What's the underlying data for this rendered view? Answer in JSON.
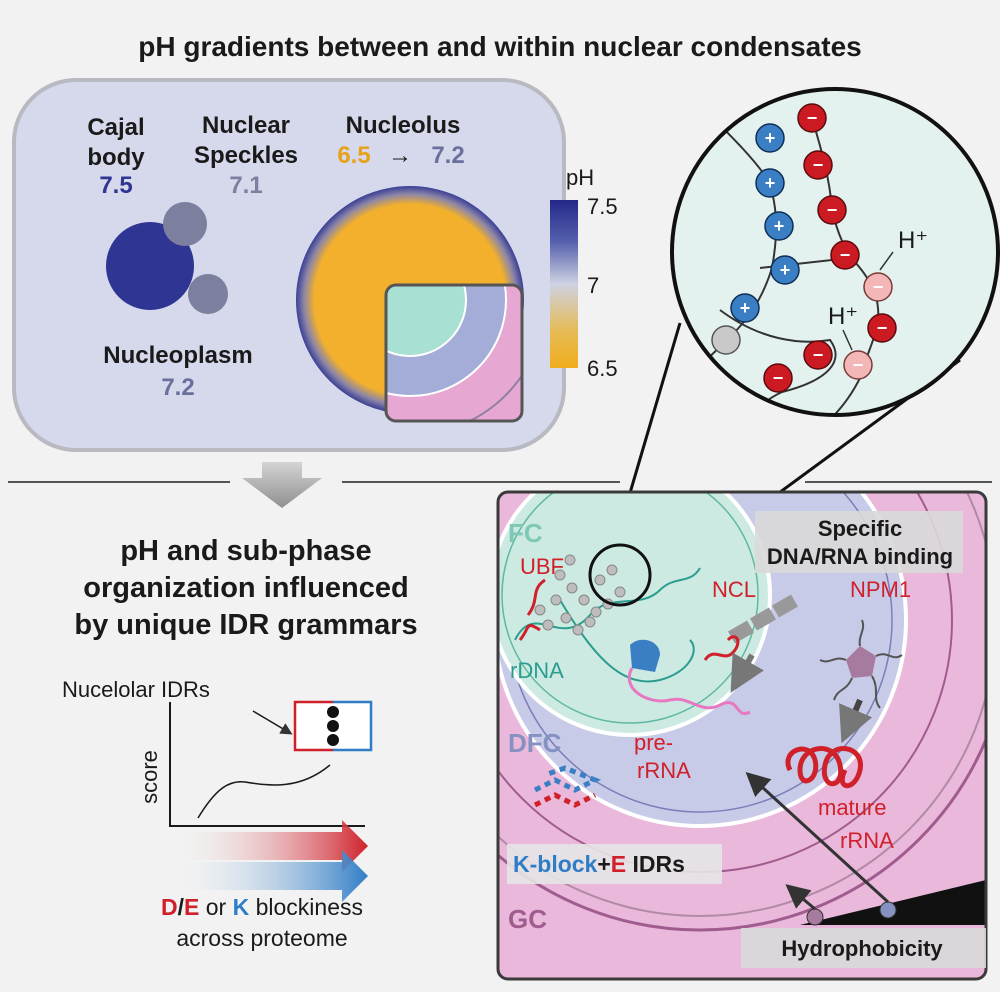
{
  "title": "pH gradients between and within nuclear condensates",
  "top_panel": {
    "cajal": {
      "name_line1": "Cajal",
      "name_line2": "body",
      "ph": "7.5"
    },
    "speckles": {
      "name_line1": "Nuclear",
      "name_line2": "Speckles",
      "ph": "7.1"
    },
    "nucleolus": {
      "name": "Nucleolus",
      "ph_from": "6.5",
      "arrow": "→",
      "ph_to": "7.2"
    },
    "nucleoplasm": {
      "name": "Nucleoplasm",
      "ph": "7.2"
    },
    "colorbar": {
      "label": "pH",
      "ticks": [
        "7.5",
        "7",
        "6.5"
      ]
    },
    "zoom": {
      "proton_1": "H⁺",
      "proton_2": "H⁺",
      "plus_sign": "+",
      "minus_sign": "−"
    }
  },
  "bottom_left": {
    "heading_line1": "pH and sub-phase",
    "heading_line2": "organization influenced",
    "heading_line3": "by unique IDR grammars",
    "plot_label": "Nucelolar IDRs",
    "y_axis_label": "score",
    "legend_d": "D",
    "legend_slash": "/",
    "legend_e": "E",
    "legend_or": " or ",
    "legend_k": "K",
    "legend_rest": " blockiness",
    "legend_line2": "across proteome"
  },
  "bottom_right": {
    "fc": "FC",
    "dfc": "DFC",
    "gc": "GC",
    "ubf": "UBF",
    "rdna": "rDNA",
    "ncl": "NCL",
    "npm1": "NPM1",
    "pre_rrna_1": "pre-",
    "pre_rrna_2": "rRNA",
    "mature_1": "mature",
    "mature_2": "rRNA",
    "specific_1": "Specific",
    "specific_2": "DNA/RNA binding",
    "kblock_k": "K-block",
    "kblock_plus": "+",
    "kblock_e": "E",
    "kblock_rest": " IDRs",
    "hydrophobicity": "Hydrophobicity"
  },
  "colors": {
    "background": "#f2f2f2",
    "cell_fill": "#d6d9ec",
    "cajal_blue": "#2e3592",
    "speckle_gray": "#7d7f9e",
    "nucleolus_orange": "#f2b02c",
    "fc_cyan": "#a9e0d4",
    "dfc_lavender": "#a3add8",
    "gc_pink": "#e6a7d2",
    "positive_blue": "#3a7fc4",
    "negative_red": "#cc1a22",
    "light_negative": "#f3b7b7",
    "text_dark": "#1a1a1a",
    "red_text": "#d0202a",
    "blue_text": "#2f7dc6"
  }
}
